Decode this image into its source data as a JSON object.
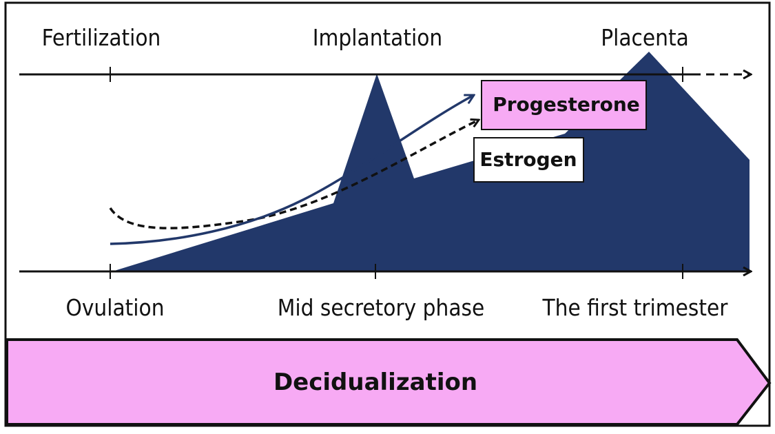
{
  "top_labels": {
    "fertilization": "Fertilization",
    "implantation": "Implantation",
    "placenta": "Placenta"
  },
  "bottom_labels": {
    "ovulation": "Ovulation",
    "mid_secretory": "Mid secretory phase",
    "first_trimester": "The first trimester"
  },
  "hormones": {
    "progesterone": "Progesterone",
    "estrogen": "Estrogen"
  },
  "banner": {
    "label": "Decidualization"
  },
  "colors": {
    "navy": "#22386a",
    "pink": "#f7aaf4",
    "black": "#111111"
  }
}
